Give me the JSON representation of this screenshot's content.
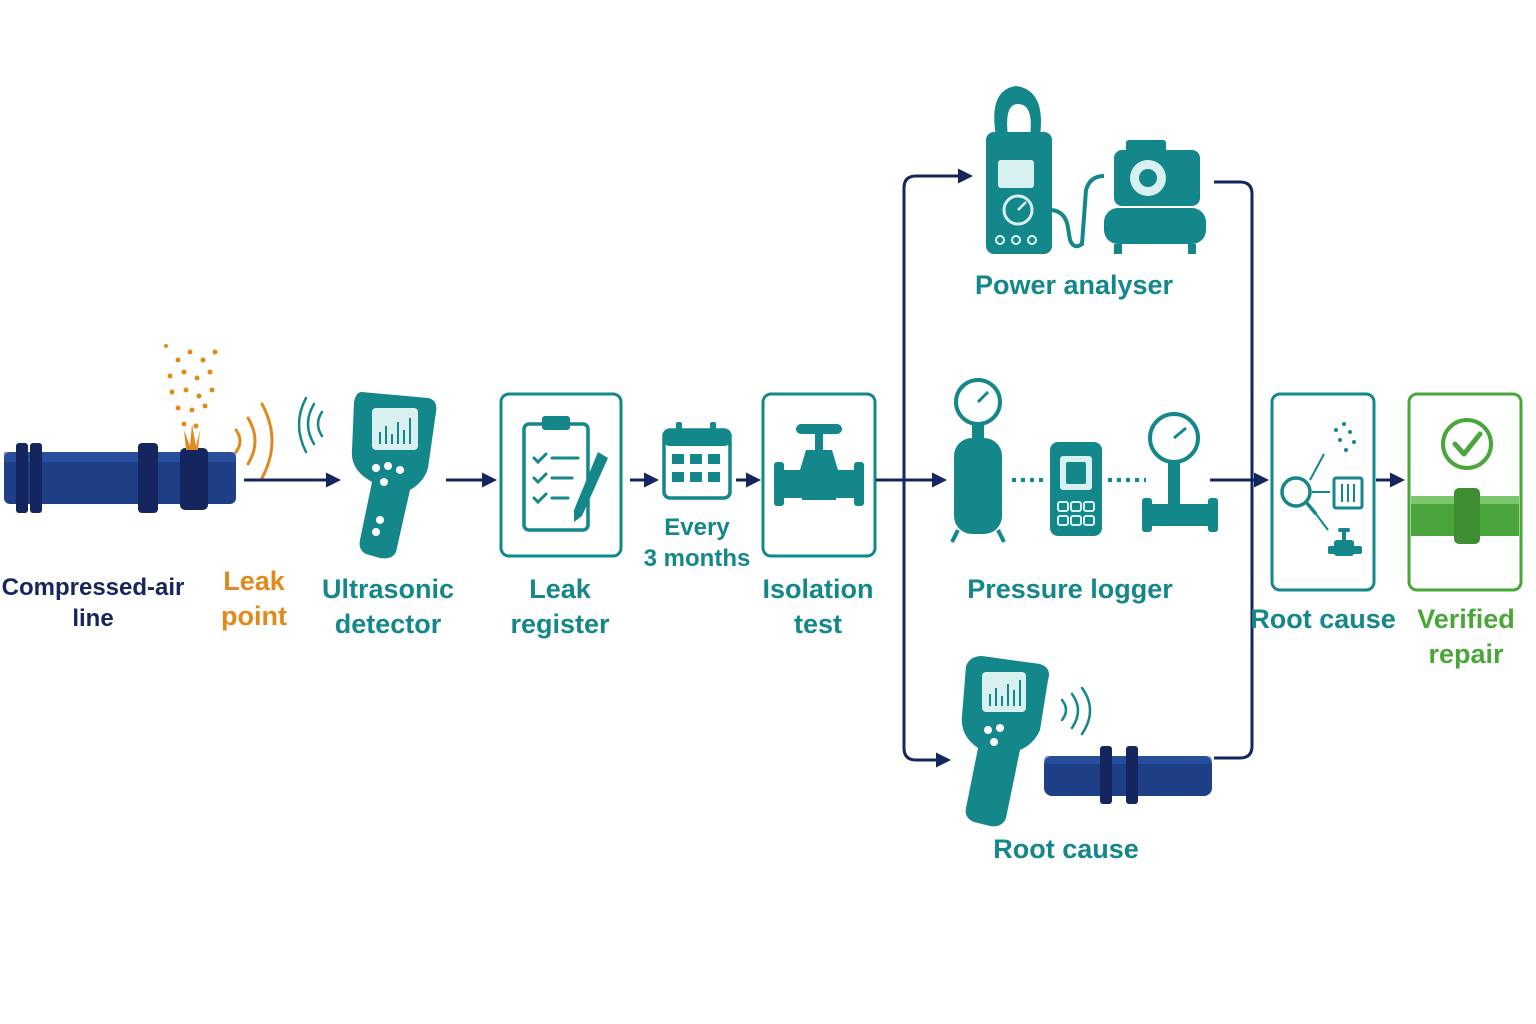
{
  "colors": {
    "navy": "#15265e",
    "pipe_blue": "#1c3f86",
    "teal": "#14878a",
    "orange": "#e08a1e",
    "green": "#4aa63a",
    "background": "#ffffff"
  },
  "labels": {
    "compressed_air_line": [
      "Compressed-air",
      "line"
    ],
    "leak_point": [
      "Leak",
      "point"
    ],
    "ultrasonic_detector": [
      "Ultrasonic",
      "detector"
    ],
    "leak_register": [
      "Leak",
      "register"
    ],
    "every_3_months": [
      "Every",
      "3 months"
    ],
    "isolation_test": [
      "Isolation",
      "test"
    ],
    "power_analyser": "Power analyser",
    "pressure_logger": "Pressure logger",
    "root_cause_branch": "Root cause",
    "root_cause": "Root cause",
    "verified_repair": [
      "Verified",
      "repair"
    ]
  },
  "icons": [
    "pipe-icon",
    "leak-spray-icon",
    "sound-wave-icon",
    "ultrasonic-detector-icon",
    "clipboard-checklist-icon",
    "pencil-icon",
    "calendar-icon",
    "valve-icon",
    "clamp-meter-icon",
    "air-compressor-icon",
    "pressure-tank-icon",
    "data-logger-icon",
    "pressure-gauge-icon",
    "magnifier-icon",
    "checkmark-icon"
  ]
}
